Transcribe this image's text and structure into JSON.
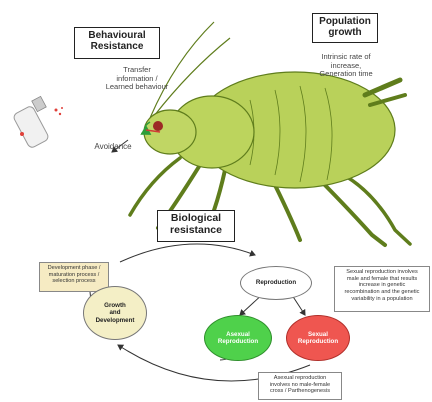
{
  "labels": {
    "behavioural_title": "Behavioural\nResistance",
    "behavioural_note": "Transfer\ninformation /\nLearned behaviour",
    "avoidance": "Avoidance",
    "population_title": "Population\ngrowth",
    "population_note": "Intrinsic rate of\nincrease,\nGeneration time",
    "biological_title": "Biological\nresistance",
    "development_note": "Development phase /\nmaturation process /\nselection process",
    "growth_development": "Growth\nand\nDevelopment",
    "reproduction": "Reproduction",
    "asexual_reproduction": "Asexual\nReproduction",
    "sexual_reproduction": "Sexual\nReproduction",
    "sexual_note": "Sexual reproduction involves\nmale and female that results\nincrease in genetic\nrecombination and the genetic\nvariability in a population",
    "asexual_note": "Asexual reproduction\ninvolves no male-female\ncross / Parthenogenesis"
  },
  "colors": {
    "aphid_body": "#b9d15a",
    "aphid_outline": "#5f7d1c",
    "asexual_fill": "#4fd14b",
    "sexual_fill": "#ef5650",
    "growth_fill": "#f4efc6",
    "note_fill": "#f6ebc3"
  }
}
